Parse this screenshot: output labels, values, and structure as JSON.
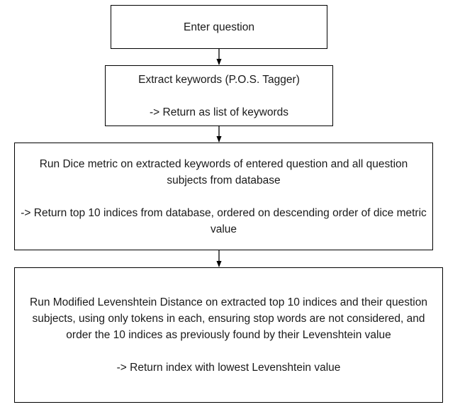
{
  "steps": [
    {
      "text": "Enter question"
    },
    {
      "text": "Extract keywords (P.O.S. Tagger)",
      "result": "-> Return as list of keywords"
    },
    {
      "text": "Run Dice metric on extracted keywords of entered question and all question subjects from database",
      "result": "-> Return top 10 indices from database, ordered on descending order of dice metric value"
    },
    {
      "text": "Run Modified Levenshtein Distance on extracted top 10 indices and their question subjects, using only tokens in each, ensuring stop words are not considered, and order the 10 indices as previously found by their Levenshtein value",
      "result": "-> Return index with lowest Levenshtein value"
    }
  ]
}
